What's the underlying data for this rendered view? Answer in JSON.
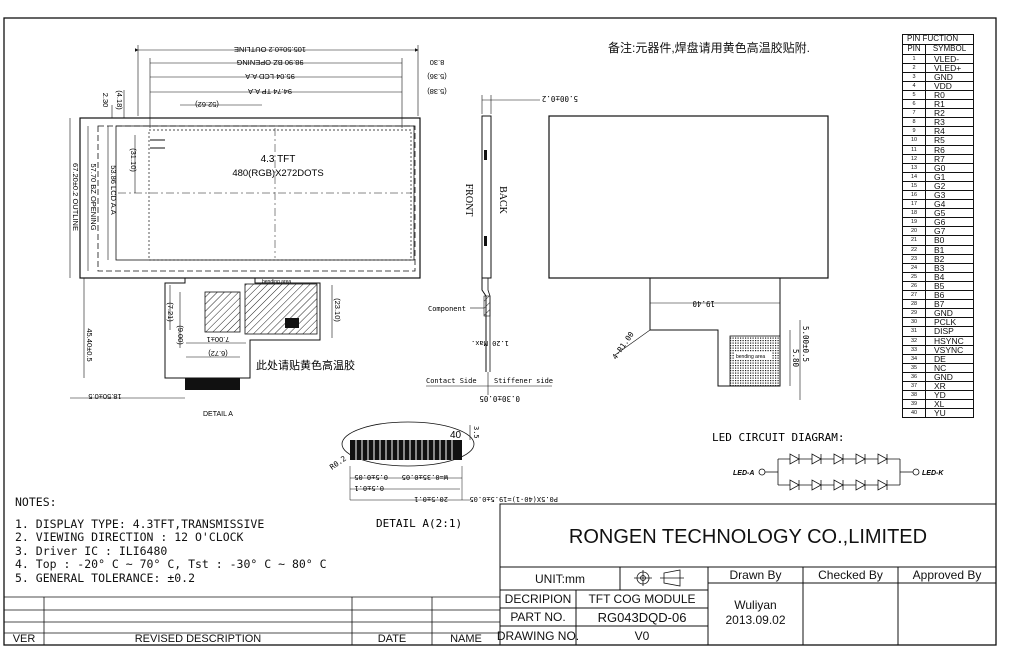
{
  "remark": "备注:元器件,焊盘请用黄色高温胶贴附.",
  "glue_note": "此处请贴黄色高温胶",
  "dims": {
    "outline_w": "105.50±0.2 OUTLINE",
    "bz_w": "98.90 BZ OPENING",
    "lcd_w": "95.04 LCD A.A",
    "tp_w": "94.74 TP A.A",
    "d830": "8.30",
    "d536": "(5.36)",
    "d538": "(5.38)",
    "d5262": "(52.62)",
    "d230": "2.30",
    "d418": "(4.18)",
    "d3110": "(31.10)",
    "outline_h": "67.20±0.2 OUTLINE",
    "bz_h": "57.70 BZ OPENING",
    "lcd_h": "53.86 LCD A.A",
    "d4540": "45.40±0.5",
    "d721": "(7.21)",
    "d900": "(9.00)",
    "d2310": "(23.10)",
    "d700": "7.00±1",
    "d672": "(6.72)",
    "d1850": "18.50±0.5",
    "thick": "5.00±0.2",
    "d120": "1.20 Max.",
    "d030": "0.30±0.05",
    "d1940": "19.40",
    "d580": "5.80",
    "d500": "5.00±0.5",
    "r100": "4-R1.00",
    "d35": "3.5",
    "n40": "40",
    "r02": "R0.2",
    "d05a": "0.5±0.05",
    "d05b": "0.5±0.1",
    "d20": "20.5±0.1",
    "pitch": "P0.5X(40-1)=19.5±0.05",
    "w005": "W=0.35±0.05"
  },
  "panel_text": {
    "size": "4.3 TFT",
    "res": "480(RGB)X272DOTS"
  },
  "labels": {
    "front": "FRONT",
    "back": "BACK",
    "component": "Component",
    "contact_side": "Contact Side",
    "stiffener_side": "Stiffener side",
    "bending_area": "bending area",
    "detail_a": "DETAIL A",
    "detail_a21": "DETAIL A(2:1)"
  },
  "notes": {
    "title": "NOTES:",
    "items": [
      "1. DISPLAY TYPE: 4.3TFT,TRANSMISSIVE",
      "2. VIEWING DIRECTION : 12 O'CLOCK",
      "3. Driver IC : ILI6480",
      "4. Top : -20° C ~ 70° C, Tst : -30° C ~ 80° C",
      "5. GENERAL TOLERANCE: ±0.2"
    ]
  },
  "led": {
    "title": "LED CIRCUIT DIAGRAM:",
    "anode": "LED-A",
    "cathode": "LED-K"
  },
  "pins": {
    "title": "PIN FUCTION",
    "col_pin": "PIN",
    "col_symbol": "SYMBOL",
    "rows": [
      [
        "1",
        "VLED-"
      ],
      [
        "2",
        "VLED+"
      ],
      [
        "3",
        "GND"
      ],
      [
        "4",
        "VDD"
      ],
      [
        "5",
        "R0"
      ],
      [
        "6",
        "R1"
      ],
      [
        "7",
        "R2"
      ],
      [
        "8",
        "R3"
      ],
      [
        "9",
        "R4"
      ],
      [
        "10",
        "R5"
      ],
      [
        "11",
        "R6"
      ],
      [
        "12",
        "R7"
      ],
      [
        "13",
        "G0"
      ],
      [
        "14",
        "G1"
      ],
      [
        "15",
        "G2"
      ],
      [
        "16",
        "G3"
      ],
      [
        "17",
        "G4"
      ],
      [
        "18",
        "G5"
      ],
      [
        "19",
        "G6"
      ],
      [
        "20",
        "G7"
      ],
      [
        "21",
        "B0"
      ],
      [
        "22",
        "B1"
      ],
      [
        "23",
        "B2"
      ],
      [
        "24",
        "B3"
      ],
      [
        "25",
        "B4"
      ],
      [
        "26",
        "B5"
      ],
      [
        "27",
        "B6"
      ],
      [
        "28",
        "B7"
      ],
      [
        "29",
        "GND"
      ],
      [
        "30",
        "PCLK"
      ],
      [
        "31",
        "DISP"
      ],
      [
        "32",
        "HSYNC"
      ],
      [
        "33",
        "VSYNC"
      ],
      [
        "34",
        "DE"
      ],
      [
        "35",
        "NC"
      ],
      [
        "36",
        "GND"
      ],
      [
        "37",
        "XR"
      ],
      [
        "38",
        "YD"
      ],
      [
        "39",
        "XL"
      ],
      [
        "40",
        "YU"
      ]
    ]
  },
  "title_block": {
    "company": "RONGEN TECHNOLOGY CO.,LIMITED",
    "unit": "UNIT:mm",
    "drawn_by": "Drawn By",
    "checked_by": "Checked By",
    "approved_by": "Approved By",
    "desc_label": "DECRIPION",
    "desc_value": "TFT COG MODULE",
    "part_label": "PART NO.",
    "part_value": "RG043DQD-06",
    "drawing_label": "DRAWING NO.",
    "drawing_value": "V0",
    "drawer": "Wuliyan",
    "date": "2013.09.02"
  },
  "revision": {
    "ver": "VER",
    "desc": "REVISED DESCRIPTION",
    "date": "DATE",
    "name": "NAME"
  }
}
